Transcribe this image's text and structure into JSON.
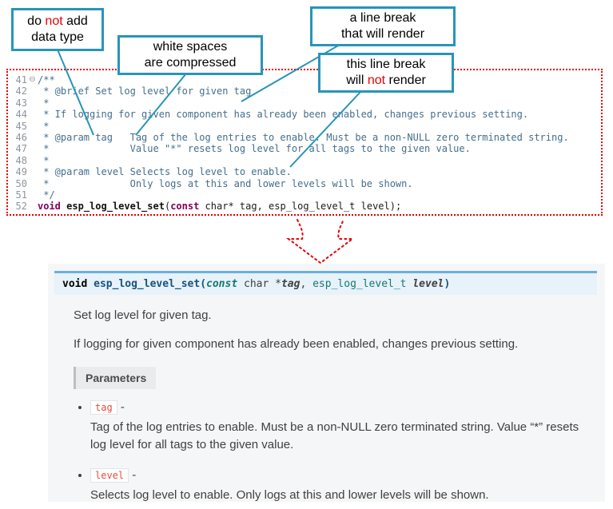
{
  "colors": {
    "teal": "#2795b9",
    "red": "#e60000",
    "sig_border": "#6ab0de",
    "sig_bg": "#e7f2fa",
    "chip_red": "#e74c3c"
  },
  "callouts": {
    "box1": {
      "pre": "do ",
      "em": "not",
      "post": " add",
      "line2": "data type"
    },
    "box2": {
      "line1": "white spaces",
      "line2": "are compressed"
    },
    "box3": {
      "line1": "a line break",
      "line2": "that will render"
    },
    "box4": {
      "line1": "this line break",
      "pre": "will ",
      "em": "not",
      "post": " render"
    }
  },
  "code": {
    "lines": [
      {
        "num": "41",
        "fold": "⊖",
        "segments": [
          {
            "text": "/**",
            "style": "comment"
          }
        ]
      },
      {
        "num": "42",
        "fold": "",
        "segments": [
          {
            "text": " * @brief Set log level for given tag",
            "style": "comment"
          }
        ]
      },
      {
        "num": "43",
        "fold": "",
        "segments": [
          {
            "text": " *",
            "style": "comment"
          }
        ]
      },
      {
        "num": "44",
        "fold": "",
        "segments": [
          {
            "text": " * If logging for given component has already been enabled, changes previous setting.",
            "style": "comment"
          }
        ]
      },
      {
        "num": "45",
        "fold": "",
        "segments": [
          {
            "text": " *",
            "style": "comment"
          }
        ]
      },
      {
        "num": "46",
        "fold": "",
        "segments": [
          {
            "text": " * @param tag   Tag of the log entries to enable. Must be a non-NULL zero terminated string.",
            "style": "comment"
          }
        ]
      },
      {
        "num": "47",
        "fold": "",
        "segments": [
          {
            "text": " *              Value \"*\" resets log level for all tags to the given value.",
            "style": "comment"
          }
        ]
      },
      {
        "num": "48",
        "fold": "",
        "segments": [
          {
            "text": " *",
            "style": "comment"
          }
        ]
      },
      {
        "num": "49",
        "fold": "",
        "segments": [
          {
            "text": " * @param level Selects log level to enable.",
            "style": "comment"
          }
        ]
      },
      {
        "num": "50",
        "fold": "",
        "segments": [
          {
            "text": " *              Only logs at this and lower levels will be shown.",
            "style": "comment"
          }
        ]
      },
      {
        "num": "51",
        "fold": "",
        "segments": [
          {
            "text": " */",
            "style": "comment"
          }
        ]
      },
      {
        "num": "52",
        "fold": "",
        "segments": [
          {
            "text": "void",
            "style": "keyword"
          },
          {
            "text": " ",
            "style": "plain"
          },
          {
            "text": "esp_log_level_set",
            "style": "fn"
          },
          {
            "text": "(",
            "style": "plain"
          },
          {
            "text": "const",
            "style": "keyword"
          },
          {
            "text": " char* tag, esp_log_level_t level);",
            "style": "plain"
          }
        ]
      }
    ]
  },
  "doc": {
    "signature": {
      "segments": [
        {
          "text": "void ",
          "style": "kw"
        },
        {
          "text": "esp_log_level_set",
          "style": "name"
        },
        {
          "text": "(",
          "style": "name"
        },
        {
          "text": "const",
          "style": "type"
        },
        {
          "text": " char *",
          "style": "plain"
        },
        {
          "text": "tag",
          "style": "param"
        },
        {
          "text": ", ",
          "style": "plain"
        },
        {
          "text": "esp_log_level_t ",
          "style": "type2"
        },
        {
          "text": "level",
          "style": "param"
        },
        {
          "text": ")",
          "style": "name"
        }
      ]
    },
    "p1": "Set log level for given tag.",
    "p2": "If logging for given component has already been enabled, changes previous setting.",
    "parameters_label": "Parameters",
    "params": [
      {
        "name": "tag",
        "sep": " - ",
        "desc": "Tag of the log entries to enable. Must be a non-NULL zero terminated string. Value “*” resets log level for all tags to the given value."
      },
      {
        "name": "level",
        "sep": " - ",
        "desc": "Selects log level to enable. Only logs at this and lower levels will be shown."
      }
    ]
  }
}
